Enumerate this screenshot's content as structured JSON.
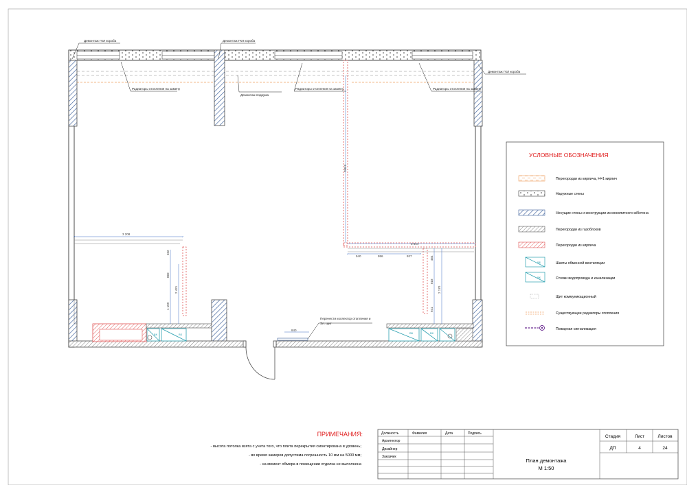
{
  "annotations": {
    "dem_gkl_1": "Демонтаж ГКЛ короба",
    "dem_gkl_2": "Демонтаж ГКЛ короба",
    "dem_gkl_3": "Демонтаж ГКЛ короба",
    "rad_1": "Радиаторы отопления на замену",
    "rad_2": "Радиаторы отопления на замену",
    "rad_3": "Радиаторы отопления на замену",
    "dem_podium": "Демонтаж подиума",
    "collector_1": "Перенести коллектор отопления и",
    "collector_2": "Эл. щит"
  },
  "dimensions": {
    "d3208": "3 208",
    "d5561": "5 561",
    "d3644": "3 644",
    "d540": "540",
    "d956": "956",
    "d927": "927",
    "d332": "332",
    "d860": "860",
    "d1109": "1 109",
    "d2421": "2 421",
    "d464": "464",
    "d818": "818",
    "d941": "941",
    "d2170": "2 170",
    "d840": "840"
  },
  "shaft_labels": {
    "vk": "ВК",
    "vb": "ВБ"
  },
  "legend": {
    "title": "УСЛОВНЫЕ ОБОЗНАЧЕНИЯ",
    "items": [
      "Перегородки из кирпича, Н=1 кирпич",
      "Наружные стены",
      "Несущие стены и конструкции из монолитного ж/бетона",
      "Перегородки из газоблоков",
      "Перегородки из кирпича",
      "Шахты обменной вентиляции",
      "Стояки водопровода и канализации",
      "Щит коммуникационный",
      "Существующие радиаторы отопления",
      "Пожарная сигнализация"
    ],
    "vb": "ВБ",
    "vk": "ВК"
  },
  "notes": {
    "title": "ПРИМЕЧАНИЯ:",
    "lines": [
      "- высота потолка взята с учета того, что плита перекрытия смонтирована в уровень;",
      "- во время замеров допустима погрешность 10 мм на 5000 мм;",
      "- на момент обмера в помещении отделка не выполнена"
    ]
  },
  "title_block": {
    "headers": [
      "Должность",
      "Фамилия",
      "Дата",
      "Подпись"
    ],
    "roles": [
      "Архитектор",
      "Дизайнер",
      "Заказчик"
    ],
    "sheet_title": "План демонтажа",
    "scale": "М 1:50",
    "stage_label": "Стадия",
    "sheet_label": "Лист",
    "sheets_label": "Листов",
    "stage": "ДП",
    "sheet": "4",
    "sheets": "24"
  },
  "colors": {
    "line": "#4a4a4a",
    "brick_red": "#e05050",
    "concrete_blue": "#3b5f9a",
    "cyan": "#2aa0b0",
    "accent_red": "#e02020",
    "dim_blue": "#3b6cc4",
    "orange": "#f0a060",
    "fire_purple": "#6a2a90"
  }
}
